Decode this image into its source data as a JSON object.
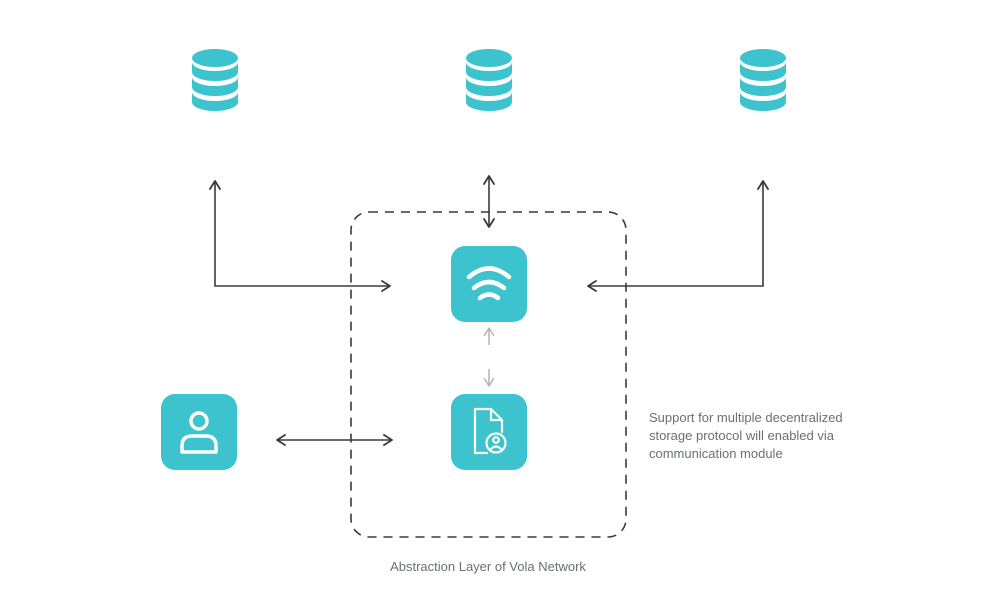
{
  "colors": {
    "accent": "#3cc3ce",
    "arrow_dark": "#3a3a3a",
    "arrow_light": "#b3b3b3",
    "dashed_border": "#3a3a3a",
    "text": "#6b6f73"
  },
  "nodes": {
    "storage_left": {
      "icon": "database-icon"
    },
    "storage_center": {
      "icon": "database-icon"
    },
    "storage_right": {
      "icon": "database-icon"
    },
    "communication_module": {
      "icon": "wifi-icon"
    },
    "document_module": {
      "icon": "user-document-icon"
    },
    "user": {
      "icon": "user-icon"
    }
  },
  "note": {
    "lines": [
      "Support for multiple decentralized",
      "storage protocol will enabled via",
      "communication module"
    ]
  },
  "layer_caption": "Abstraction Layer of Vola Network"
}
